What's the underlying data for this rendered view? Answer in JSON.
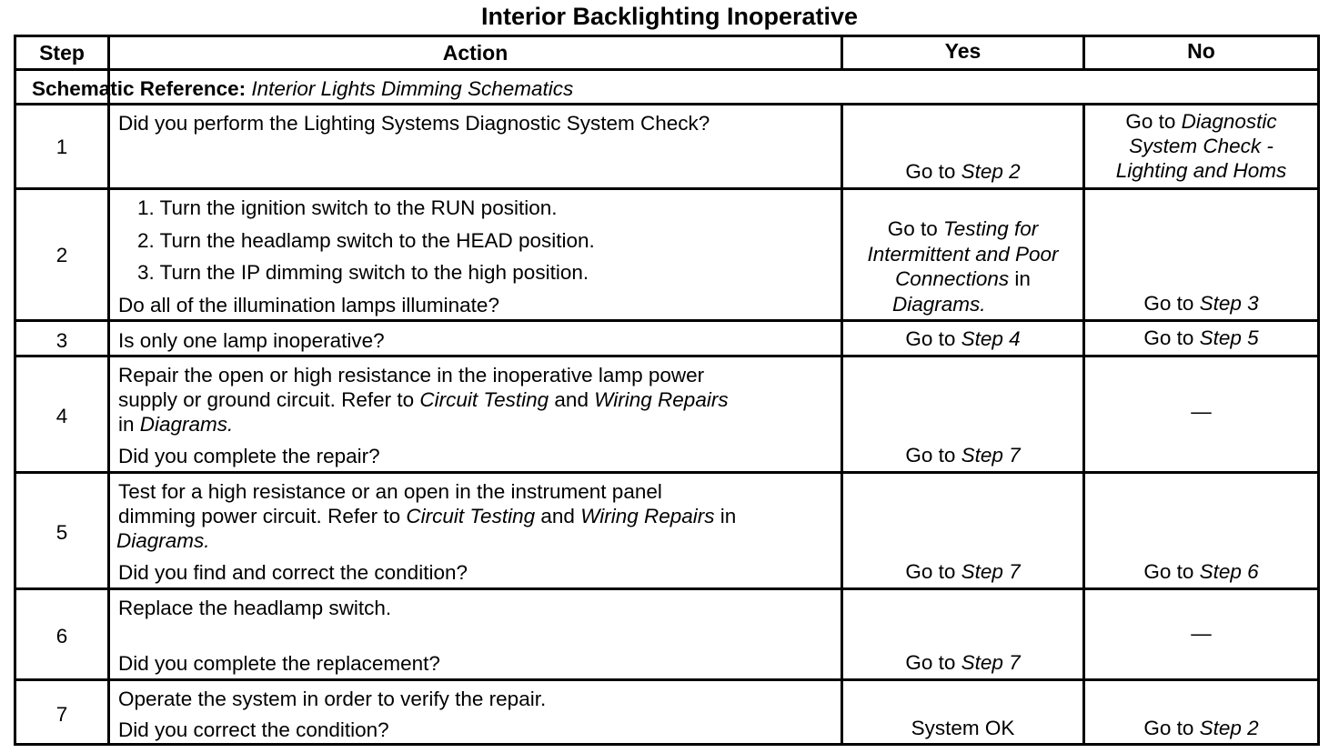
{
  "title": "Interior Backlighting Inoperative",
  "headers": {
    "step": "Step",
    "action": "Action",
    "yes": "Yes",
    "no": "No"
  },
  "schematic": {
    "label": "Schematic Reference:",
    "value": "Interior Lights Dimming Schematics"
  },
  "go_to": "Go to",
  "in_word": "in",
  "dash": "—",
  "rows": [
    {
      "step": "1",
      "action": "Did you perform the Lighting Systems Diagnostic System Check?",
      "yes": {
        "link": "Step 2"
      },
      "no": {
        "line1_link": "Diagnostic",
        "line2": "System Check -",
        "line3": "Lighting  and Homs"
      }
    },
    {
      "step": "2",
      "items": [
        "1.  Turn the ignition switch to the RUN position.",
        "2.  Turn the headlamp switch to the HEAD position.",
        "3.  Turn the IP dimming switch to the high position."
      ],
      "question": "Do all of the illumination lamps illuminate?",
      "yes": {
        "line1_link": "Testing for",
        "line2": "Intermittent and Poor",
        "line3": "Connections",
        "line4": "Diagrams."
      },
      "no": {
        "link": "Step 3"
      }
    },
    {
      "step": "3",
      "action": "Is only one lamp inoperative?",
      "yes": {
        "link": "Step 4"
      },
      "no": {
        "link": "Step 5"
      }
    },
    {
      "step": "4",
      "line1": "Repair the open or high resistance in the inoperative lamp power",
      "line2a": "supply or ground circuit. Refer to",
      "ref1": "Circuit Testing",
      "and": "and",
      "ref2": "Wiring Repairs",
      "line3": "Diagrams.",
      "question": "Did you complete the repair?",
      "yes": {
        "link": "Step 7"
      }
    },
    {
      "step": "5",
      "line1": "Test for a high resistance or an open in the instrument panel",
      "line2a": "dimming power circuit. Refer to",
      "ref1": "Circuit Testing",
      "and": "and",
      "ref2": "Wiring Repairs",
      "line3": "Diagrams.",
      "question": "Did you find and correct the condition?",
      "yes": {
        "link": "Step 7"
      },
      "no": {
        "link": "Step 6"
      }
    },
    {
      "step": "6",
      "line1": "Replace the headlamp switch.",
      "question": "Did you complete the replacement?",
      "yes": {
        "link": "Step 7"
      }
    },
    {
      "step": "7",
      "line1": "Operate the system in order to verify the repair.",
      "question": "Did you correct the condition?",
      "yes": {
        "text": "System OK"
      },
      "no": {
        "link": "Step 2"
      }
    }
  ]
}
